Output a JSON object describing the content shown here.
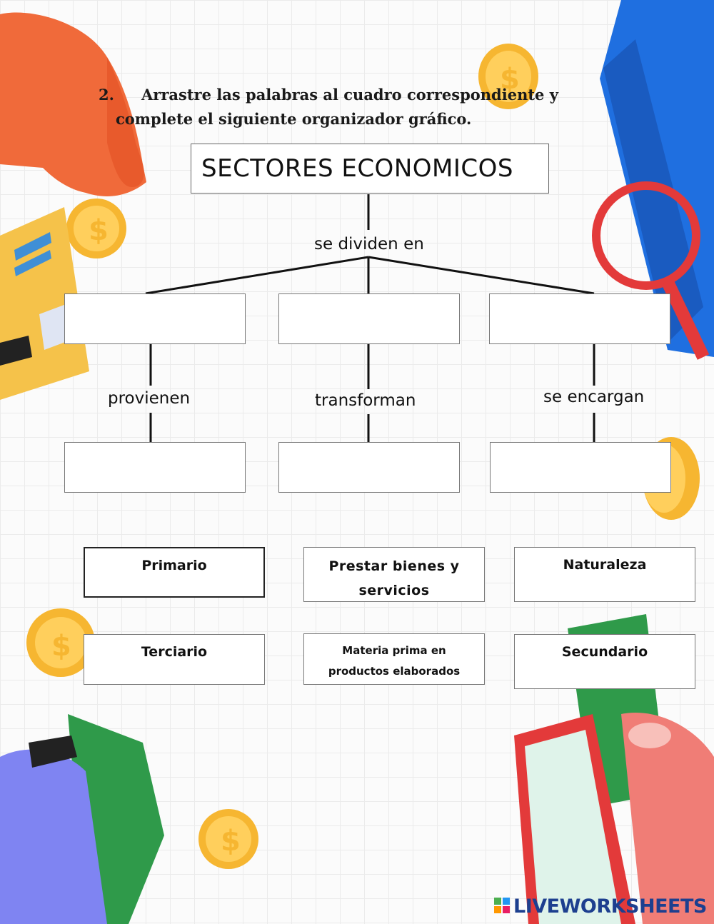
{
  "instructions": {
    "number": "2.",
    "line1": "Arrastre las palabras al cuadro correspondiente y",
    "line2": "complete el siguiente organizador gráfico."
  },
  "diagram": {
    "title": "SECTORES ECONOMICOS",
    "root_connector": "se dividen en",
    "connectors": [
      "provienen",
      "transforman",
      "se encargan"
    ]
  },
  "word_bank": [
    {
      "text": "Primario"
    },
    {
      "text": "Prestar bienes y servicios"
    },
    {
      "text": "Naturaleza"
    },
    {
      "text": "Terciario"
    },
    {
      "text": "Materia prima en productos elaborados"
    },
    {
      "text": "Secundario"
    }
  ],
  "branding": {
    "logo_text": "LIVEWORKSHEETS",
    "logo_color": "#1d3f8f"
  },
  "colors": {
    "hand_orange": "#f06a3a",
    "coin_gold": "#f6b631",
    "folder_blue": "#1f6fe0",
    "wallet_purple": "#7f84f2",
    "money_green": "#2f9a4a"
  }
}
